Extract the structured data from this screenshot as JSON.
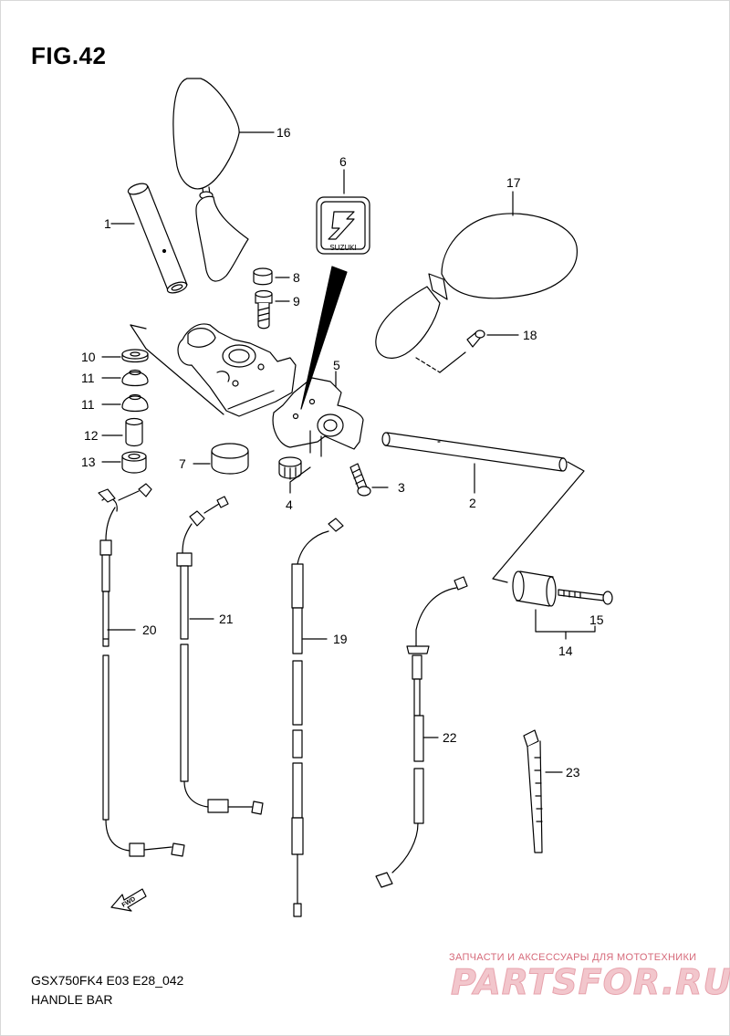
{
  "figure": {
    "title": "FIG.42",
    "model_code": "GSX750FK4 E03 E28_042",
    "section_name": "HANDLE BAR"
  },
  "callouts": [
    "1",
    "2",
    "3",
    "4",
    "5",
    "6",
    "7",
    "8",
    "9",
    "10",
    "11",
    "11",
    "12",
    "13",
    "14",
    "15",
    "16",
    "17",
    "18",
    "19",
    "20",
    "21",
    "22",
    "23"
  ],
  "emblem": {
    "text": "SUZUKI"
  },
  "fwd_arrow": {
    "text": "FWD"
  },
  "watermark": {
    "tagline": "ЗАПЧАСТИ И АКСЕССУАРЫ ДЛЯ МОТОТЕХНИКИ",
    "logo": "PARTSFOR.RU"
  },
  "colors": {
    "line": "#000000",
    "part_fill": "#ffffff",
    "watermark": "#e7a3ad"
  }
}
